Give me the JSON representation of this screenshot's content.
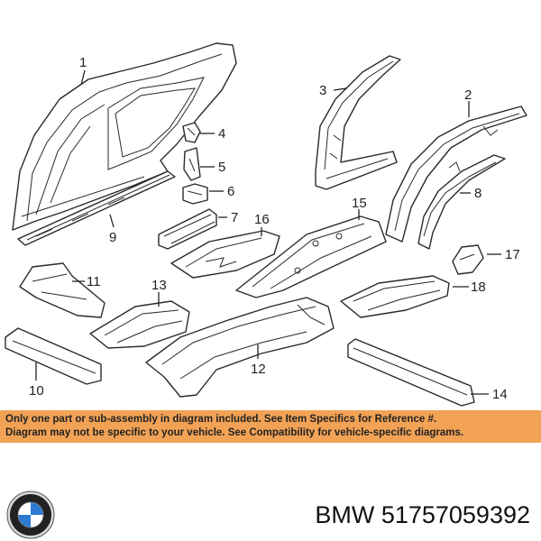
{
  "callouts": [
    "1",
    "2",
    "3",
    "4",
    "5",
    "6",
    "7",
    "8",
    "9",
    "10",
    "11",
    "12",
    "13",
    "14",
    "15",
    "16",
    "17",
    "18"
  ],
  "notice": {
    "line1": "Only one part or sub-assembly in diagram included. See Item Specifics for Reference #.",
    "line2": "Diagram may not be specific to your vehicle. See Compatibility for vehicle-specific diagrams."
  },
  "footer": {
    "brand": "BMW",
    "part_number": "51757059392",
    "logo_icon": "bmw-roundel-logo"
  },
  "colors": {
    "notice_background": "#f2a255",
    "logo_blue": "#2c7bd1"
  }
}
